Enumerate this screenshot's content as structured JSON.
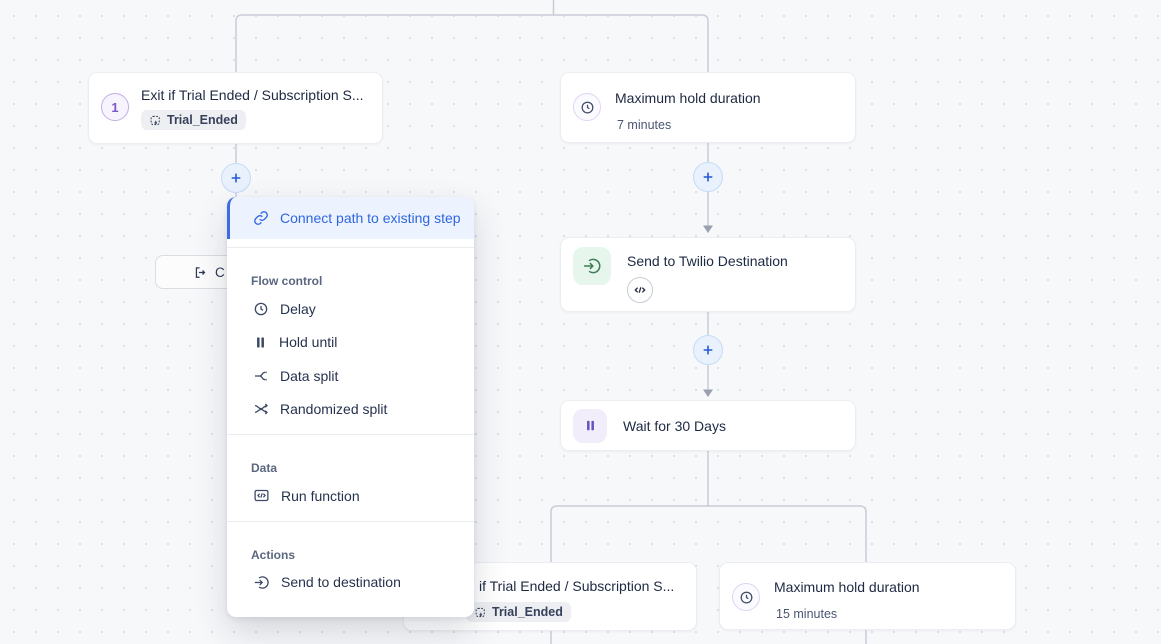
{
  "colors": {
    "accent_blue": "#2f66e0",
    "menu_highlight_bg": "#edf3fe",
    "node_purple": "#6a4fc0",
    "node_green": "#3b7d54",
    "connector": "#c9ccd8",
    "canvas_bg": "#f7f8fa"
  },
  "nodes": [
    {
      "id": "exit-top",
      "number": "1",
      "title": "Exit if Trial Ended / Subscription S...",
      "badge": "Trial_Ended"
    },
    {
      "id": "max-hold-7",
      "title": "Maximum hold duration",
      "subtitle": "7 minutes"
    },
    {
      "id": "send-twilio",
      "title": "Send to Twilio Destination"
    },
    {
      "id": "wait-30",
      "title": "Wait for 30 Days"
    },
    {
      "id": "exit-bottom",
      "title": "if Trial Ended / Subscription S...",
      "badge": "Trial_Ended"
    },
    {
      "id": "max-hold-15",
      "title": "Maximum hold duration",
      "subtitle": "15 minutes"
    }
  ],
  "canvas_button": {
    "label": "C",
    "icon": "exit-icon"
  },
  "menu": {
    "primary": {
      "label": "Connect path to existing step",
      "icon": "link-icon"
    },
    "sections": [
      {
        "title": "Flow control",
        "items": [
          {
            "label": "Delay",
            "icon": "clock-icon"
          },
          {
            "label": "Hold until",
            "icon": "pause-icon"
          },
          {
            "label": "Data split",
            "icon": "data-split-icon"
          },
          {
            "label": "Randomized split",
            "icon": "shuffle-icon"
          }
        ]
      },
      {
        "title": "Data",
        "items": [
          {
            "label": "Run function",
            "icon": "code-icon"
          }
        ]
      },
      {
        "title": "Actions",
        "items": [
          {
            "label": "Send to destination",
            "icon": "send-icon"
          }
        ]
      }
    ]
  }
}
